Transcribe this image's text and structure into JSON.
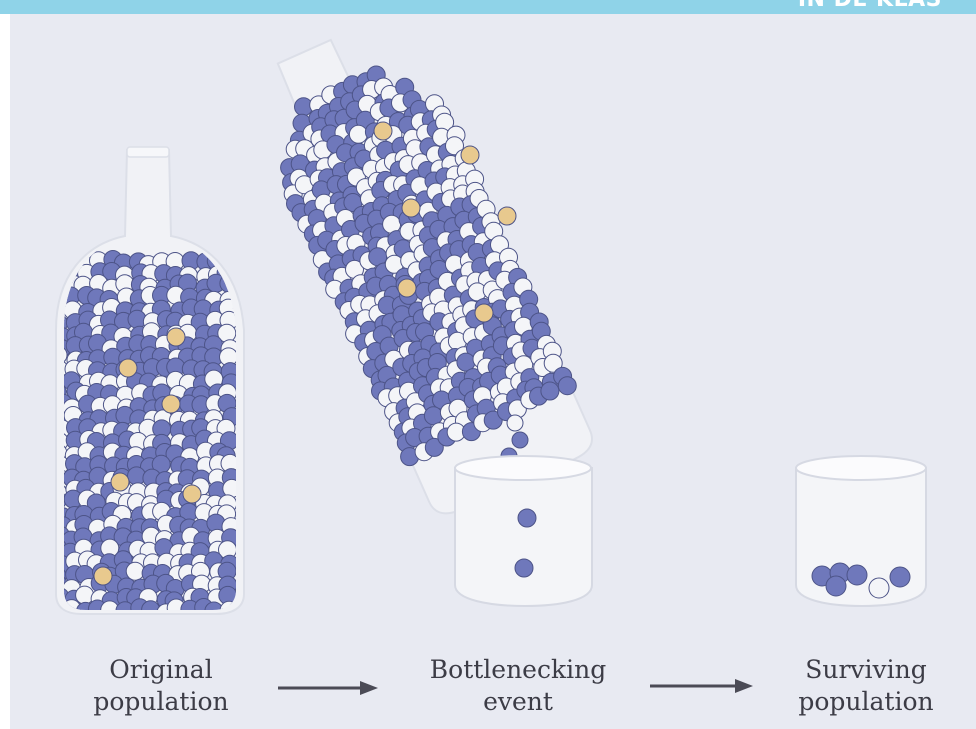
{
  "header": {
    "band_text": "IN DE KLAS",
    "band_color": "#8fd3e8"
  },
  "colors": {
    "background": "#e8eaf2",
    "blue_bead": "#6f78bb",
    "white_bead": "#f4f5f8",
    "yellow_bead": "#e8c98e",
    "text": "#3c3c46"
  },
  "stages": [
    {
      "id": "original",
      "line1": "Original",
      "line2": "population"
    },
    {
      "id": "bottleneck",
      "line1": "Bottlenecking",
      "line2": "event"
    },
    {
      "id": "surviving",
      "line1": "Surviving",
      "line2": "population"
    }
  ]
}
